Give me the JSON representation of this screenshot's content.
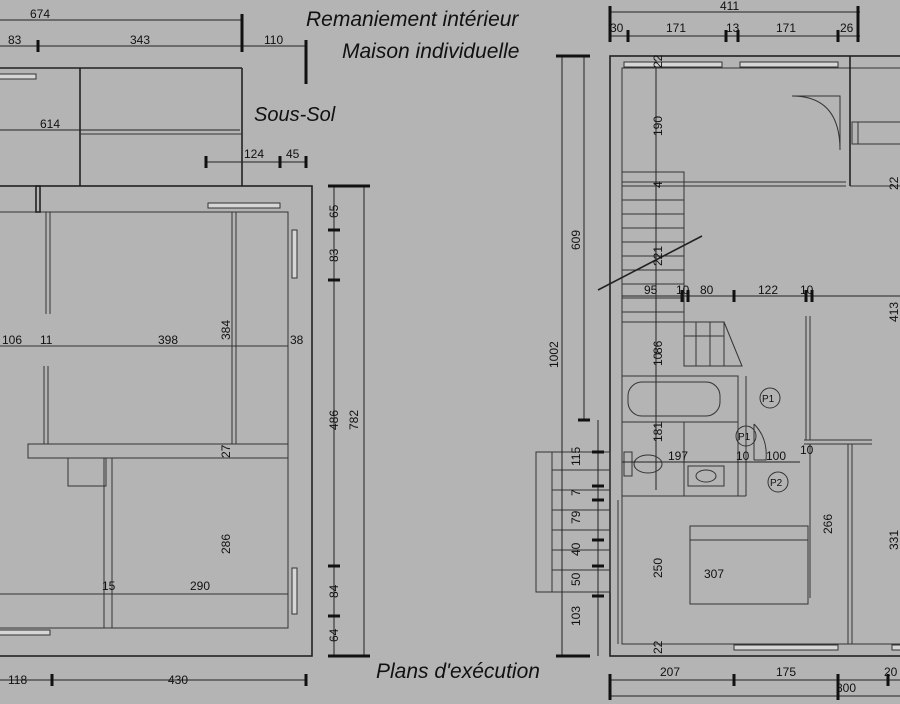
{
  "headings": {
    "title_line1": "Remaniement intérieur",
    "title_line2": "Maison individuelle",
    "level": "Sous-Sol",
    "footer": "Plans d'exécution"
  },
  "left_plan": {
    "top_dims": [
      "674",
      "83",
      "343",
      "110",
      "614",
      "124",
      "45"
    ],
    "right_dims": [
      "65",
      "83",
      "486",
      "782",
      "84",
      "64"
    ],
    "interior_dims": [
      "106",
      "11",
      "398",
      "38",
      "384",
      "27",
      "286",
      "15",
      "290"
    ],
    "bottom_dims": [
      "118",
      "430"
    ]
  },
  "right_plan": {
    "top_dims": [
      "411",
      "30",
      "171",
      "13",
      "171",
      "26"
    ],
    "left_dims": [
      "609",
      "1002",
      "115",
      "7",
      "79",
      "40",
      "50",
      "103"
    ],
    "interior_dims": [
      "22",
      "190",
      "4",
      "221",
      "95",
      "10",
      "80",
      "122",
      "10",
      "10",
      "86",
      "181",
      "197",
      "10",
      "100",
      "10",
      "266",
      "250",
      "307",
      "22",
      "413",
      "331",
      "22"
    ],
    "bottom_dims": [
      "207",
      "175",
      "20",
      "800"
    ],
    "room_tags": [
      "P1",
      "P1",
      "P2"
    ]
  }
}
